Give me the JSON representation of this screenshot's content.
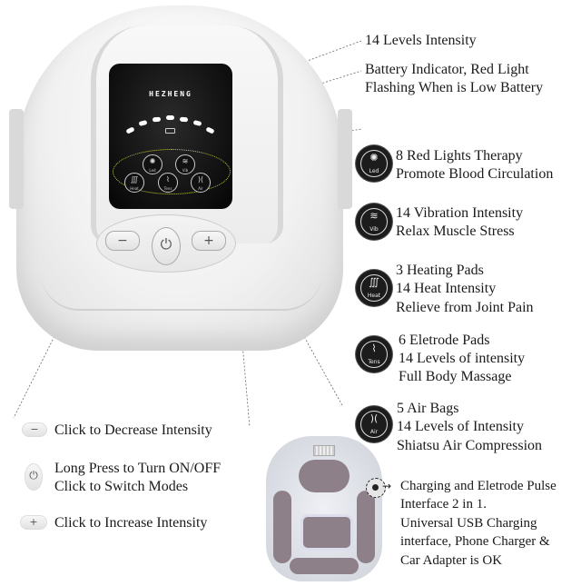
{
  "device": {
    "brand": "HEZHENG",
    "intensity_leds": 7,
    "panel_buttons": [
      {
        "name": "led",
        "label": "Led",
        "glyph": "✺"
      },
      {
        "name": "vib",
        "label": "Vib",
        "glyph": "≋"
      },
      {
        "name": "heat",
        "label": "Heat",
        "glyph": "∭"
      },
      {
        "name": "tens",
        "label": "Tens",
        "glyph": "⌇"
      },
      {
        "name": "air",
        "label": "Air",
        "glyph": ")("
      }
    ],
    "control_buttons": {
      "minus": "−",
      "power": "⏻",
      "plus": "+"
    }
  },
  "callouts": {
    "intensity": "14 Levels Intensity",
    "battery": [
      "Battery Indicator, Red Light",
      "Flashing When is Low Battery"
    ]
  },
  "features": [
    {
      "icon_label": "Led",
      "glyph": "✺",
      "lines": [
        "8 Red Lights Therapy",
        "Promote Blood Circulation"
      ]
    },
    {
      "icon_label": "Vib",
      "glyph": "≋",
      "lines": [
        "14 Vibration Intensity",
        "Relax Muscle Stress"
      ]
    },
    {
      "icon_label": "Heat",
      "glyph": "∭",
      "lines": [
        "3 Heating Pads",
        "14 Heat Intensity",
        "Relieve from Joint Pain"
      ]
    },
    {
      "icon_label": "Tens",
      "glyph": "⌇",
      "lines": [
        "6 Eletrode Pads",
        "14 Levels of intensity",
        "Full Body Massage"
      ]
    },
    {
      "icon_label": "Air",
      "glyph": ")(",
      "lines": [
        "5 Air Bags",
        "14 Levels of Intensity",
        "Shiatsu Air Compression"
      ]
    }
  ],
  "controls": [
    {
      "symbol": "−",
      "lines": [
        "Click to Decrease Intensity"
      ]
    },
    {
      "symbol": "⏻",
      "lines": [
        "Long Press to Turn ON/OFF",
        "Click to Switch Modes"
      ]
    },
    {
      "symbol": "+",
      "lines": [
        "Click to Increase Intensity"
      ]
    }
  ],
  "charging": [
    "Charging and Eletrode Pulse",
    "Interface 2 in 1.",
    "Universal USB Charging",
    "interface, Phone Charger &",
    "Car Adapter is OK"
  ]
}
